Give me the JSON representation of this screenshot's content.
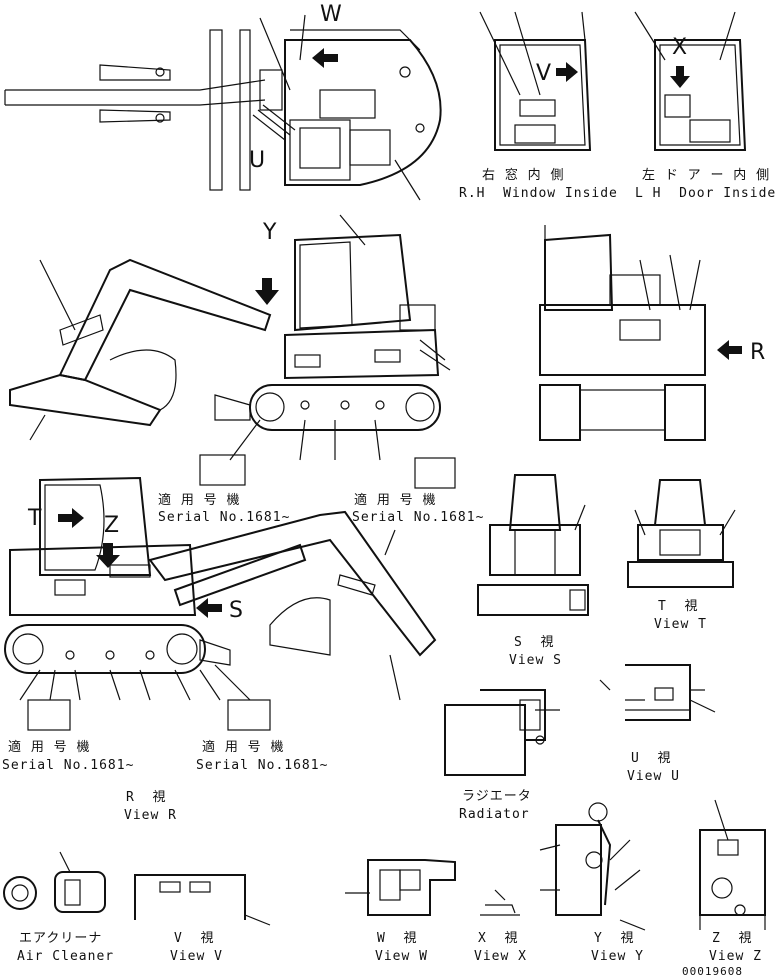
{
  "view_letters": {
    "w": "W",
    "v": "V",
    "x": "X",
    "u": "U",
    "y": "Y",
    "r": "R",
    "t": "T",
    "z": "Z",
    "s": "S"
  },
  "captions": {
    "rh_window_jp": "右 窓 内 側",
    "rh_window_en": "R.H  Window Inside",
    "lh_door_jp": "左 ド ア ー 内 側",
    "lh_door_en": "L H  Door Inside",
    "view_s_jp": "S  視",
    "view_s_en": "View S",
    "view_t_jp": "T  視",
    "view_t_en": "View T",
    "view_u_jp": "U  視",
    "view_u_en": "View U",
    "view_r_jp": "R  視",
    "view_r_en": "View R",
    "radiator_jp": "ラジエータ",
    "radiator_en": "Radiator",
    "air_cleaner_jp": "エアクリーナ",
    "air_cleaner_en": "Air Cleaner",
    "view_v_jp": "V  視",
    "view_v_en": "View V",
    "view_w_jp": "W  視",
    "view_w_en": "View W",
    "view_x_jp": "X  視",
    "view_x_en": "View X",
    "view_y_jp": "Y  視",
    "view_y_en": "View Y",
    "view_z_jp": "Z  視",
    "view_z_en": "View Z"
  },
  "serial_labels": {
    "applicable_jp": "適 用 号 機",
    "serial_en": "Serial No.1681~"
  },
  "drawing_number": "00019608"
}
